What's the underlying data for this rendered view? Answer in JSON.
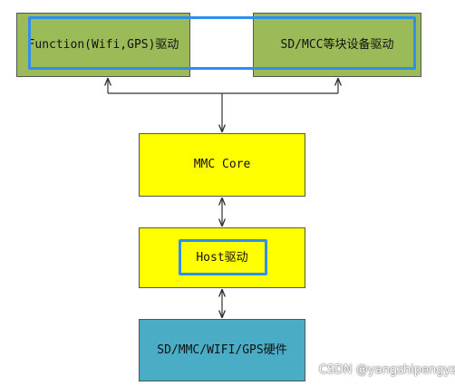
{
  "nodes": {
    "function_driver": "Function(Wifi,GPS)驱动",
    "sd_mcc_driver": "SD/MCC等块设备驱动",
    "mmc_core": "MMC Core",
    "host_driver": "Host驱动",
    "hardware": "SD/MMC/WIFI/GPS硬件"
  },
  "watermark": "CSDN @yangzhipengyz",
  "colors": {
    "green_box": "#9bbb59",
    "yellow_box": "#ffff00",
    "teal_box": "#4bacc6",
    "highlight_outline": "#2f8ef0",
    "connector": "#333333"
  }
}
